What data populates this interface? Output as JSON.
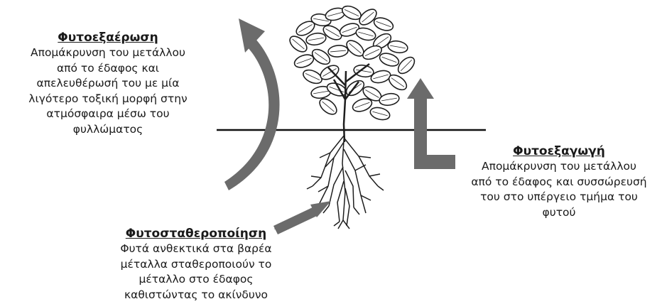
{
  "phytovolatilization": {
    "title": "Φυτοεξαέρωση",
    "lines": [
      "Απομάκρυνση του μετάλλου",
      "από το έδαφος και",
      "απελευθέρωσή του με μία",
      "λιγότερο τοξική μορφή στην",
      "ατμόσφαιρα μέσω του",
      "φυλλώματος"
    ]
  },
  "phytoextraction": {
    "title": "Φυτοεξαγωγή",
    "lines": [
      "Απομάκρυνση του μετάλλου",
      "από το έδαφος και συσσώρευσή",
      "του στο υπέργειο τμήμα του",
      "φυτού"
    ]
  },
  "phytostabilization": {
    "title": "Φυτοσταθεροποίηση",
    "lines": [
      "Φυτά ανθεκτικά στα βαρέα",
      "μέταλλα σταθεροποιούν το",
      "μέταλλο στο έδαφος",
      "καθιστώντας το ακίνδυνο"
    ]
  },
  "colors": {
    "arrow": "#6b6b6b",
    "line": "#111111",
    "plant_fill": "#ffffff",
    "plant_stroke": "#1e1e1e"
  }
}
